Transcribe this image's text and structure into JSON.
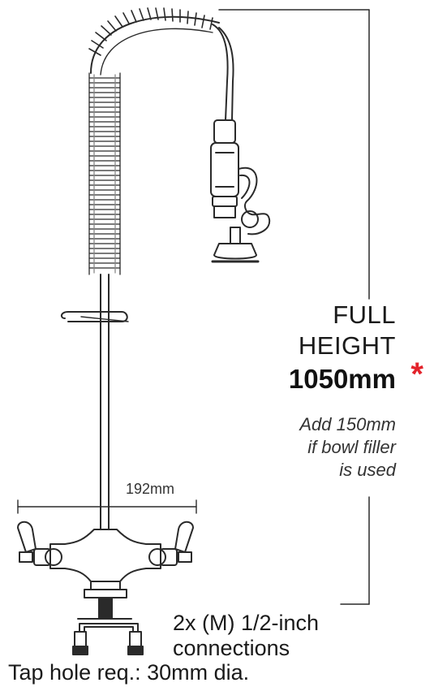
{
  "labels": {
    "full_line1": "FULL",
    "full_line2": "HEIGHT",
    "height_value": "1050mm",
    "asterisk": "*",
    "note_line1": "Add 150mm",
    "note_line2": "if bowl filler",
    "note_line3": "is used",
    "width": "192mm",
    "connections_line1": "2x (M) 1/2-inch",
    "connections_line2": "connections",
    "tap_hole": "Tap hole req.: 30mm dia."
  },
  "colors": {
    "line": "#2a2a2a",
    "accent": "#e3232b"
  }
}
